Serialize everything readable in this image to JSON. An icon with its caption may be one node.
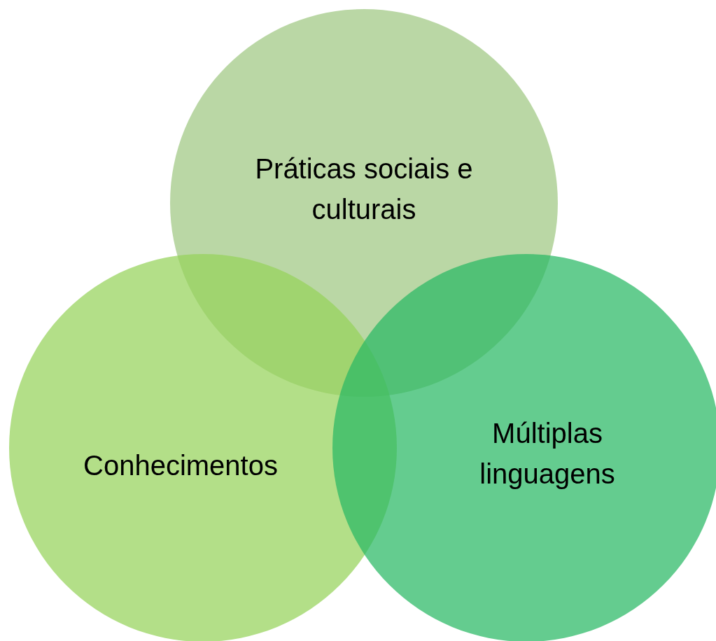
{
  "diagram": {
    "nodes": [
      {
        "text": [
          "Práticas sociais e culturais"
        ]
      },
      {
        "text": [
          "Conhecimentos"
        ]
      },
      {
        "text": [
          "Múltiplas linguagens"
        ]
      }
    ]
  }
}
